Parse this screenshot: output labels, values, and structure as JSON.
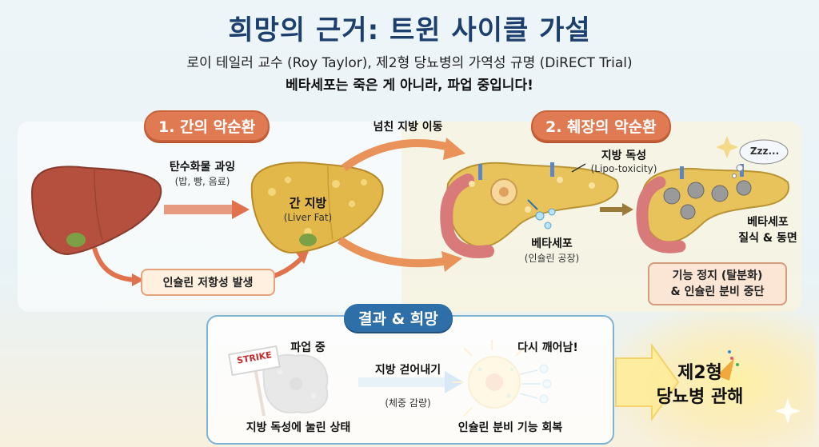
{
  "title": "희망의 근거: 트윈 사이클 가설",
  "subtitle": "로이 테일러 교수 (Roy Taylor), 제2형 당뇨병의 가역성 규명 (DiRECT Trial)",
  "headline": "베타세포는 죽은 게 아니라, 파업 중입니다!",
  "section1": {
    "title": "1. 간의 악순환",
    "carb_label": "탄수화물 과잉",
    "carb_sub": "(밥, 빵, 음료)",
    "fatty_liver": "간 지방",
    "fatty_liver_sub": "(Liver Fat)",
    "insulin_resistance": "인슐린 저항성 발생"
  },
  "transfer_label": "넘친 지방 이동",
  "section2": {
    "title": "2. 췌장의 악순환",
    "lipotox": "지방 독성",
    "lipotox_sub": "(Lipo-toxicity)",
    "beta_cell": "베타세포",
    "beta_cell_sub": "(인슐린 공장)",
    "zzz": "Zzz...",
    "suffocation": "베타세포\n질식 & 동면",
    "shutdown_line1": "기능 정지 (탈분화)",
    "shutdown_line2": "& 인슐린 분비 중단"
  },
  "result": {
    "title": "결과 & 희망",
    "strike_sign": "STRIKE",
    "on_strike": "파업 중",
    "suppressed": "지방 독성에 눌린 상태",
    "fat_removal": "지방 걷어내기",
    "weight_loss": "(체중 감량)",
    "awaken": "다시 깨어남!",
    "recovery": "인슐린 분비 기능 회복"
  },
  "final": {
    "line1": "제2형",
    "line2": "당뇨병 관해"
  },
  "colors": {
    "title": "#1d3f6e",
    "pill_orange": "#e07a52",
    "pill_blue": "#2f6fa8",
    "liver": "#b5503f",
    "fatty_liver": "#e2b84a",
    "pancreas": "#e8c25a",
    "arrow": "#e0734e"
  }
}
